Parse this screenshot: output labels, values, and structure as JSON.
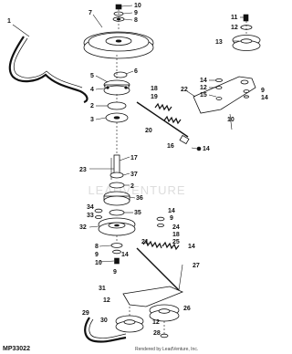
{
  "diagram": {
    "callouts": [
      {
        "id": "c1",
        "text": "1"
      },
      {
        "id": "c7",
        "text": "7"
      },
      {
        "id": "c10a",
        "text": "10"
      },
      {
        "id": "c9a",
        "text": "9"
      },
      {
        "id": "c8a",
        "text": "8"
      },
      {
        "id": "c6",
        "text": "6"
      },
      {
        "id": "c5",
        "text": "5"
      },
      {
        "id": "c4",
        "text": "4"
      },
      {
        "id": "c2a",
        "text": "2"
      },
      {
        "id": "c3",
        "text": "3"
      },
      {
        "id": "c17",
        "text": "17"
      },
      {
        "id": "c23",
        "text": "23"
      },
      {
        "id": "c37",
        "text": "37"
      },
      {
        "id": "c2b",
        "text": "2"
      },
      {
        "id": "c36",
        "text": "36"
      },
      {
        "id": "c34",
        "text": "34"
      },
      {
        "id": "c33",
        "text": "33"
      },
      {
        "id": "c35",
        "text": "35"
      },
      {
        "id": "c32",
        "text": "32"
      },
      {
        "id": "c8b",
        "text": "8"
      },
      {
        "id": "c9b",
        "text": "9"
      },
      {
        "id": "c10b",
        "text": "10"
      },
      {
        "id": "c9c",
        "text": "9"
      },
      {
        "id": "c14a",
        "text": "14"
      },
      {
        "id": "c21",
        "text": "21"
      },
      {
        "id": "c18a",
        "text": "18"
      },
      {
        "id": "c19",
        "text": "19"
      },
      {
        "id": "c20",
        "text": "20"
      },
      {
        "id": "c16",
        "text": "16"
      },
      {
        "id": "c14b",
        "text": "14"
      },
      {
        "id": "c11",
        "text": "11"
      },
      {
        "id": "c12a",
        "text": "12"
      },
      {
        "id": "c13",
        "text": "13"
      },
      {
        "id": "c14c",
        "text": "14"
      },
      {
        "id": "c12b",
        "text": "12"
      },
      {
        "id": "c15",
        "text": "15"
      },
      {
        "id": "c22",
        "text": "22"
      },
      {
        "id": "c9d",
        "text": "9"
      },
      {
        "id": "c14d",
        "text": "14"
      },
      {
        "id": "c10c",
        "text": "10"
      },
      {
        "id": "c14e",
        "text": "14"
      },
      {
        "id": "c9e",
        "text": "9"
      },
      {
        "id": "c24",
        "text": "24"
      },
      {
        "id": "c18b",
        "text": "18"
      },
      {
        "id": "c25",
        "text": "25"
      },
      {
        "id": "c14f",
        "text": "14"
      },
      {
        "id": "c27",
        "text": "27"
      },
      {
        "id": "c31",
        "text": "31"
      },
      {
        "id": "c12c",
        "text": "12"
      },
      {
        "id": "c26",
        "text": "26"
      },
      {
        "id": "c29",
        "text": "29"
      },
      {
        "id": "c30",
        "text": "30"
      },
      {
        "id": "c12d",
        "text": "12"
      },
      {
        "id": "c28",
        "text": "28"
      }
    ],
    "drawing_code": "MP33022",
    "watermark": "LEADVENTURE",
    "credit": "Rendered by LeadVenture, Inc."
  }
}
